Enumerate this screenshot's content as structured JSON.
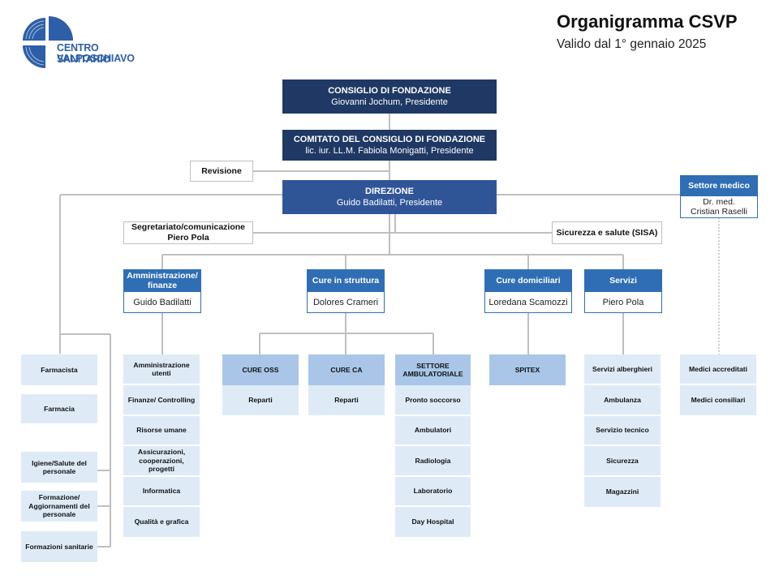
{
  "header": {
    "logo_line1": "CENTRO SANITARIO",
    "logo_line2": "VALPOSCHIAVO",
    "title": "Organigramma CSVP",
    "subtitle": "Valido dal 1° gennaio 2025"
  },
  "colors": {
    "dark": "#1f3864",
    "mid": "#2f5597",
    "blue": "#2f6eb5",
    "light": "#deebf7",
    "lightHeader": "#a9c6e8",
    "line": "#bfbfbf"
  },
  "top": {
    "consiglio_title": "CONSIGLIO DI FONDAZIONE",
    "consiglio_person": "Giovanni Jochum, Presidente",
    "comitato_title": "COMITATO DEL CONSIGLIO DI FONDAZIONE",
    "comitato_person": "lic. iur. LL.M. Fabiola Monigatti, Presidente",
    "direzione_title": "DIREZIONE",
    "direzione_person": "Guido Badilatti, Presidente"
  },
  "staff": {
    "revisione": "Revisione",
    "segretariato_line1": "Segretariato/comunicazione",
    "segretariato_line2": "Piero Pola",
    "sicurezza": "Sicurezza e salute (SISA)",
    "settore_medico_title": "Settore medico",
    "settore_medico_person_line1": "Dr. med.",
    "settore_medico_person_line2": "Cristian Raselli"
  },
  "departments": [
    {
      "title": "Amministrazione/ finanze",
      "person": "Guido Badilatti"
    },
    {
      "title": "Cure in struttura",
      "person": "Dolores Crameri"
    },
    {
      "title": "Cure domiciliari",
      "person": "Loredana Scamozzi"
    },
    {
      "title": "Servizi",
      "person": "Piero Pola"
    }
  ],
  "left_units": [
    "Farmacista",
    "Farmacia",
    "Igiene/Salute del personale",
    "Formazione/ Aggiornamenti del personale",
    "Formazioni sanitarie"
  ],
  "amministrazione_units": [
    "Amministrazione utenti",
    "Finanze/ Controlling",
    "Risorse umane",
    "Assicurazioni, cooperazioni, progetti",
    "Informatica",
    "Qualità  e grafica"
  ],
  "cure_oss": {
    "header": "CURE OSS",
    "items": [
      "Reparti"
    ]
  },
  "cure_ca": {
    "header": "CURE CA",
    "items": [
      "Reparti"
    ]
  },
  "settore_ambulatoriale": {
    "header": "SETTORE AMBULATORIALE",
    "items": [
      "Pronto soccorso",
      "Ambulatori",
      "Radiologia",
      "Laboratorio",
      "Day Hospital"
    ]
  },
  "spitex": {
    "header": "SPITEX"
  },
  "servizi_units": [
    "Servizi alberghieri",
    "Ambulanza",
    "Servizio tecnico",
    "Sicurezza",
    "Magazzini"
  ],
  "medico_units": [
    "Medici accreditati",
    "Medici consiliari"
  ]
}
